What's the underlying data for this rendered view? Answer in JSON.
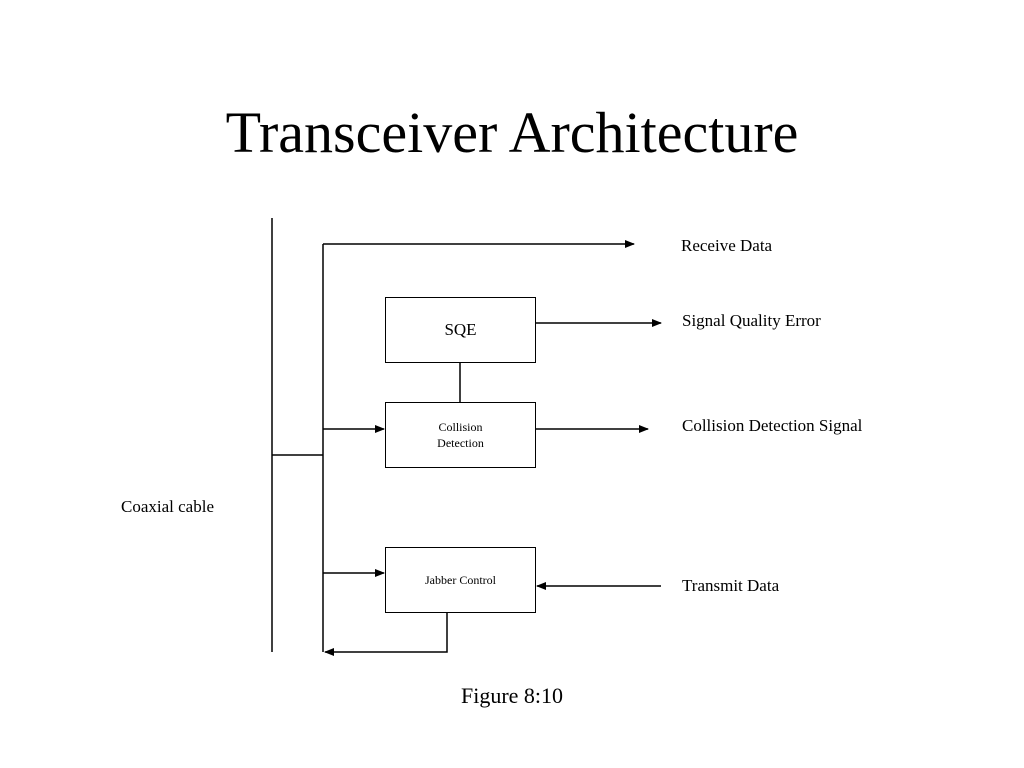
{
  "slide": {
    "title": "Transceiver Architecture",
    "caption": "Figure 8:10"
  },
  "diagram": {
    "cable_label": "Coaxial cable",
    "blocks": {
      "sqe": "SQE",
      "collision_line1": "Collision",
      "collision_line2": "Detection",
      "jabber": "Jabber Control"
    },
    "signals": {
      "receive": "Receive Data",
      "sqe_out": "Signal Quality Error",
      "collision_out": "Collision Detection Signal",
      "transmit": "Transmit Data"
    }
  }
}
